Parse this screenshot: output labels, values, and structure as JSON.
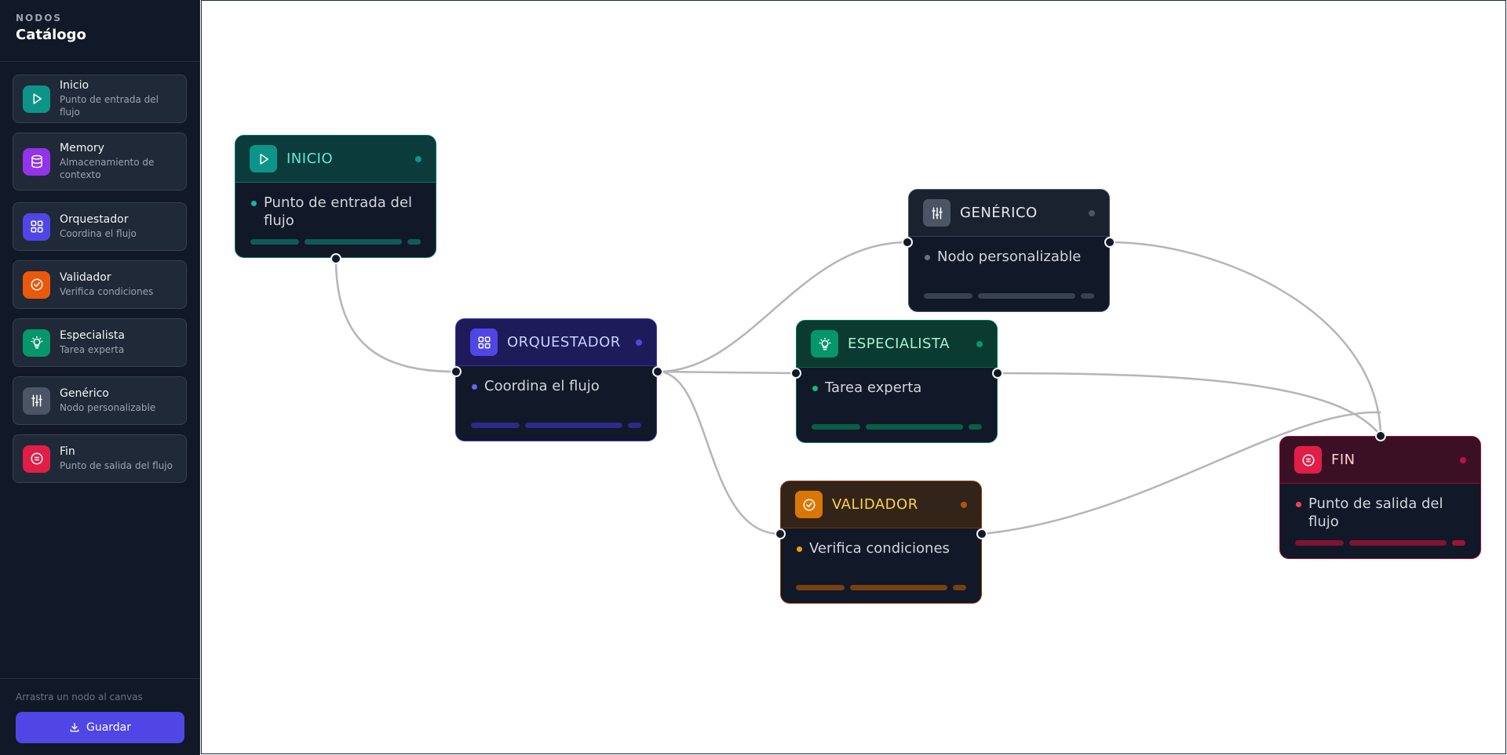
{
  "sidebar": {
    "kicker": "NODOS",
    "title": "Catálogo",
    "items": [
      {
        "label": "Inicio",
        "desc": "Punto de entrada del flujo",
        "icon": "play-icon",
        "color": "#0d9488"
      },
      {
        "label": "Memory",
        "desc": "Almacenamiento de contexto",
        "icon": "database-icon",
        "color": "#9333ea"
      },
      {
        "label": "Orquestador",
        "desc": "Coordina el flujo",
        "icon": "grid-icon",
        "color": "#4f46e5"
      },
      {
        "label": "Validador",
        "desc": "Verifica condiciones",
        "icon": "check-circle-icon",
        "color": "#ea580c"
      },
      {
        "label": "Especialista",
        "desc": "Tarea experta",
        "icon": "lightbulb-icon",
        "color": "#059669"
      },
      {
        "label": "Genérico",
        "desc": "Nodo personalizable",
        "icon": "sliders-icon",
        "color": "#4b5563"
      },
      {
        "label": "Fin",
        "desc": "Punto de salida del flujo",
        "icon": "stop-circle-icon",
        "color": "#e11d48"
      }
    ],
    "hint": "Arrastra un nodo al canvas",
    "save_label": "Guardar"
  },
  "canvas": {
    "nodes": [
      {
        "id": "inicio",
        "title": "INICIO",
        "desc": "Punto de entrada del flujo",
        "icon": "play-icon",
        "accent": "#0d9488"
      },
      {
        "id": "orquestador",
        "title": "ORQUESTADOR",
        "desc": "Coordina el flujo",
        "icon": "grid-icon",
        "accent": "#4f46e5"
      },
      {
        "id": "generico",
        "title": "GENÉRICO",
        "desc": "Nodo personalizable",
        "icon": "sliders-icon",
        "accent": "#6b7280"
      },
      {
        "id": "especialista",
        "title": "ESPECIALISTA",
        "desc": "Tarea experta",
        "icon": "lightbulb-icon",
        "accent": "#059669"
      },
      {
        "id": "validador",
        "title": "VALIDADOR",
        "desc": "Verifica condiciones",
        "icon": "check-circle-icon",
        "accent": "#d97706"
      },
      {
        "id": "fin",
        "title": "FIN",
        "desc": "Punto de salida del flujo",
        "icon": "stop-circle-icon",
        "accent": "#e11d48"
      }
    ]
  }
}
